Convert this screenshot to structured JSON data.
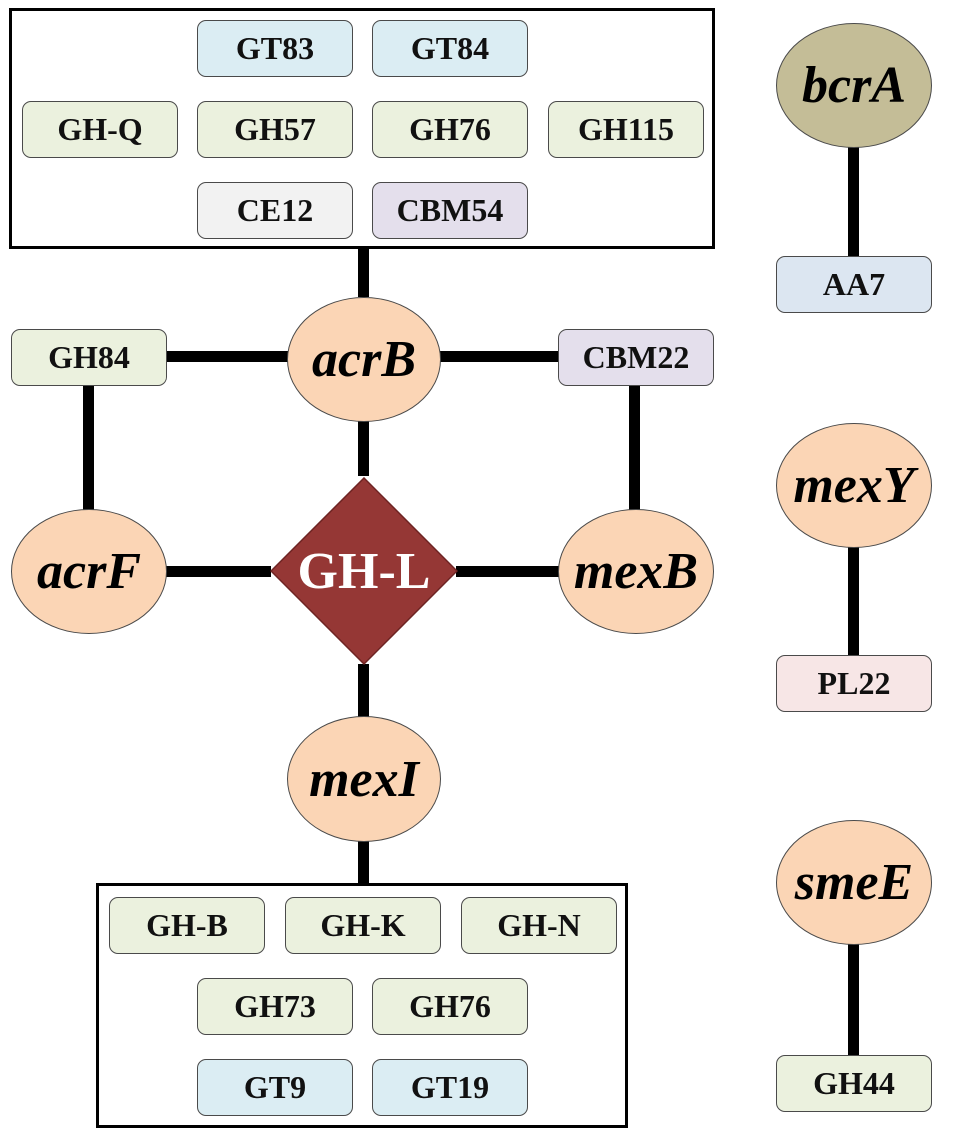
{
  "hub": {
    "label": "GH-L",
    "color": "#953735"
  },
  "colors": {
    "gene": "#fbd5b5",
    "gene_bcrA": "#c4bd97",
    "gt": "#dbedf3",
    "gh": "#ebf1de",
    "ce": "#f2f2f2",
    "cbm": "#e4dfec",
    "aa": "#dce6f1",
    "pl": "#f7e6e6"
  },
  "genes": {
    "acrB": "acrB",
    "acrF": "acrF",
    "mexB": "mexB",
    "mexI": "mexI",
    "bcrA": "bcrA",
    "mexY": "mexY",
    "smeE": "smeE"
  },
  "top_group": {
    "row1": [
      "GT83",
      "GT84"
    ],
    "row2": [
      "GH-Q",
      "GH57",
      "GH76",
      "GH115"
    ],
    "row3": [
      "CE12",
      "CBM54"
    ]
  },
  "bottom_group": {
    "row1": [
      "GH-B",
      "GH-K",
      "GH-N"
    ],
    "row2": [
      "GH73",
      "GH76"
    ],
    "row3": [
      "GT9",
      "GT19"
    ]
  },
  "side_tags": {
    "left": "GH84",
    "right": "CBM22"
  },
  "single_tags": {
    "bcrA": "AA7",
    "mexY": "PL22",
    "smeE": "GH44"
  }
}
